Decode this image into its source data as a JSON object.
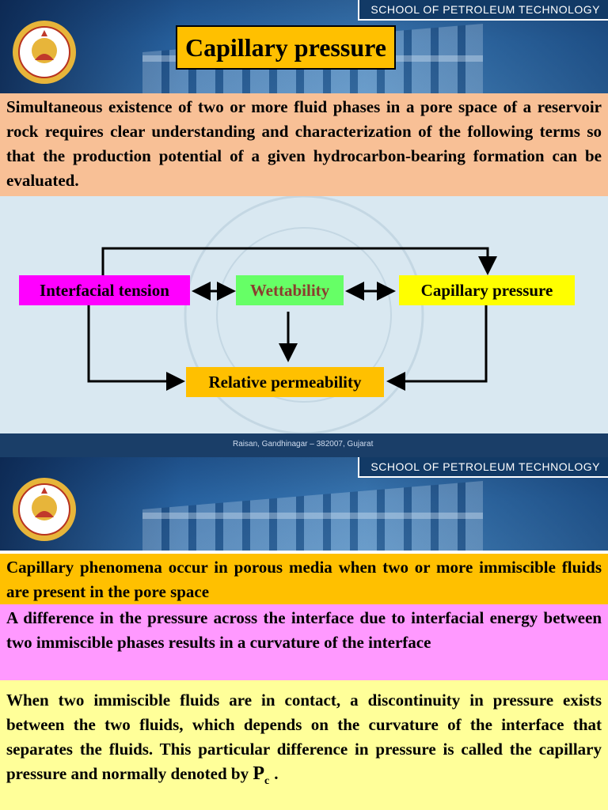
{
  "slide1": {
    "header": {
      "school": "SCHOOL OF PETROLEUM TECHNOLOGY",
      "title": "Capillary pressure"
    },
    "intro": "Simultaneous existence of two or more fluid phases in a pore space of a reservoir rock requires clear understanding and characterization of the following terms so that the production potential of a given hydrocarbon-bearing formation can be evaluated.",
    "diagram": {
      "interfacial_tension": "Interfacial tension",
      "wettability": "Wettability",
      "capillary_pressure": "Capillary pressure",
      "relative_permeability": "Relative permeability",
      "colors": {
        "interfacial_tension": "#ff00ff",
        "wettability": "#66ff66",
        "wettability_text": "#8b3d2e",
        "capillary_pressure": "#ffff00",
        "relative_permeability": "#ffc000"
      }
    },
    "footer": "Raisan, Gandhinagar – 382007, Gujarat"
  },
  "slide2": {
    "header": {
      "school": "SCHOOL OF PETROLEUM TECHNOLOGY"
    },
    "para1": "Capillary phenomena occur in porous media when two or more immiscible fluids are present in the pore space",
    "para2": "A difference in the pressure across the interface due to interfacial energy between two immiscible phases results in a curvature of the interface",
    "para3": "When two immiscible fluids are in contact, a discontinuity in pressure exists between the two fluids, which depends on the curvature of the interface that separates the fluids. This particular difference in pressure is called the capillary pressure and normally denoted by",
    "symbol": "P",
    "symbol_sub": "c",
    "trailing": ".",
    "colors": {
      "para1": "#ffc000",
      "para2": "#ff99ff",
      "para3": "#ffff99"
    }
  },
  "colors": {
    "intro_bg": "#f8c096",
    "header_bg": "#1e4f86",
    "title_bg": "#ffc000"
  }
}
